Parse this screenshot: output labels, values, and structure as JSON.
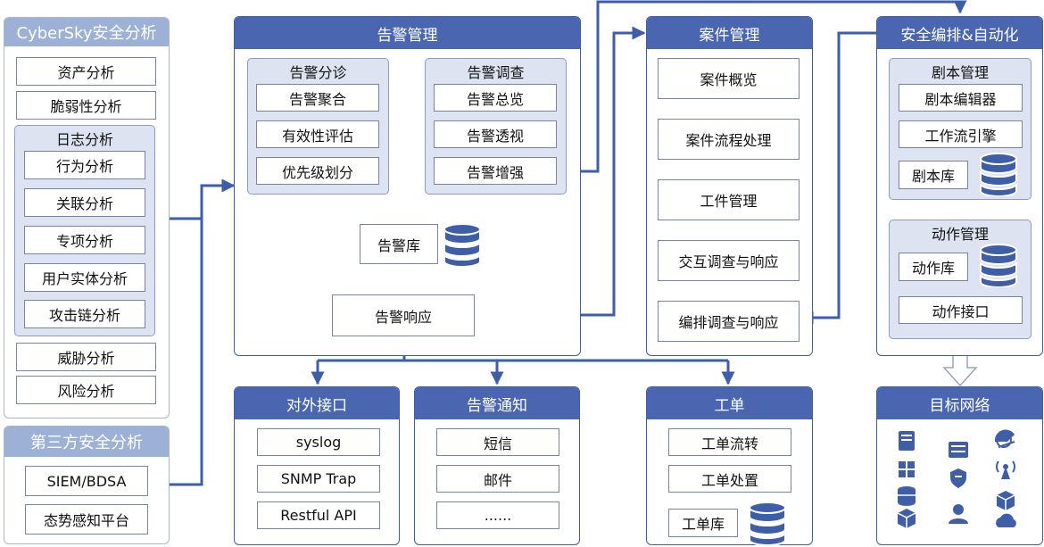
{
  "left": {
    "title": "CyberSky安全分析",
    "asset": "资产分析",
    "vuln": "脆弱性分析",
    "log_title": "日志分析",
    "log_items": [
      "行为分析",
      "关联分析",
      "专项分析",
      "用户实体分析",
      "攻击链分析"
    ],
    "threat": "威胁分析",
    "risk": "风险分析"
  },
  "third": {
    "title": "第三方安全分析",
    "items": [
      "SIEM/BDSA",
      "态势感知平台"
    ]
  },
  "alert": {
    "title": "告警管理",
    "diag_title": "告警分诊",
    "diag_items": [
      "告警聚合",
      "有效性评估",
      "优先级划分"
    ],
    "inv_title": "告警调查",
    "inv_items": [
      "告警总览",
      "告警透视",
      "告警增强"
    ],
    "db": "告警库",
    "response": "告警响应"
  },
  "case": {
    "title": "案件管理",
    "items": [
      "案件概览",
      "案件流程处理",
      "工件管理",
      "交互调查与响应",
      "编排调查与响应"
    ]
  },
  "soar": {
    "title": "安全编排&自动化",
    "playbook_title": "剧本管理",
    "playbook_items": [
      "剧本编辑器",
      "工作流引擎"
    ],
    "playbook_db": "剧本库",
    "action_title": "动作管理",
    "action_db": "动作库",
    "action_api": "动作接口"
  },
  "ext": {
    "title": "对外接口",
    "items": [
      "syslog",
      "SNMP Trap",
      "Restful API"
    ]
  },
  "notify": {
    "title": "告警通知",
    "items": [
      "短信",
      "邮件",
      "......"
    ]
  },
  "ticket": {
    "title": "工单",
    "items": [
      "工单流转",
      "工单处置"
    ],
    "db": "工单库"
  },
  "target": {
    "title": "目标网络",
    "icons": [
      "server-icon",
      "switch-icon",
      "satellite-dish-icon",
      "windows-icon",
      "shield-icon",
      "antenna-icon",
      "database-icon",
      "cube-icon",
      "user-icon",
      "cloud-icon"
    ]
  },
  "colors": {
    "header": "#4a66b0",
    "header_light": "#9db0d6",
    "sub_bg": "#dde3f1",
    "line": "#3f5ea8"
  }
}
